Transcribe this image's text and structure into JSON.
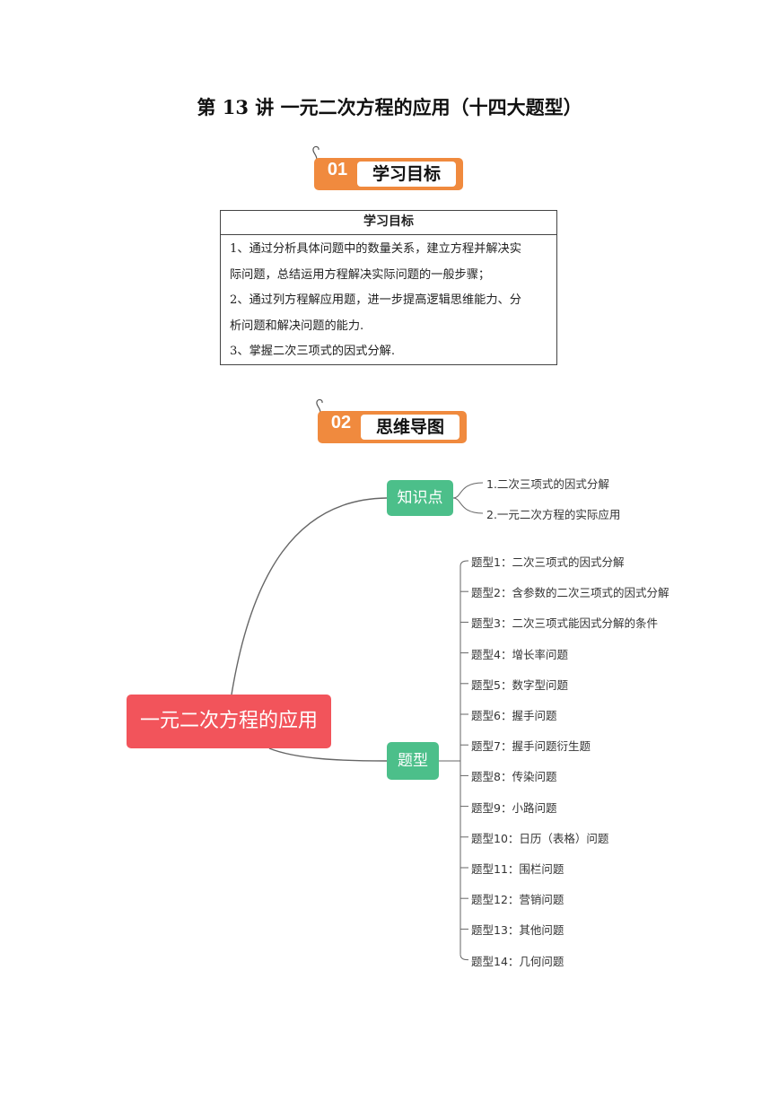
{
  "title": "第 13 讲  一元二次方程的应用（十四大题型）",
  "section1": {
    "num": "01",
    "label": "学习目标"
  },
  "goals_table": {
    "header": "学习目标",
    "lines": [
      "1、通过分析具体问题中的数量关系，建立方程并解决实",
      "际问题，总结运用方程解决实际问题的一般步骤；",
      "2、通过列方程解应用题，进一步提高逻辑思维能力、分",
      "析问题和解决问题的能力.",
      "3、掌握二次三项式的因式分解."
    ]
  },
  "section2": {
    "num": "02",
    "label": "思维导图"
  },
  "mindmap": {
    "root": "一元二次方程的应用",
    "knowledge": {
      "label": "知识点",
      "items": [
        "1.二次三项式的因式分解",
        "2.一元二次方程的实际应用"
      ]
    },
    "types": {
      "label": "题型",
      "items": [
        "题型1：二次三项式的因式分解",
        "题型2：含参数的二次三项式的因式分解",
        "题型3：二次三项式能因式分解的条件",
        "题型4：增长率问题",
        "题型5：数字型问题",
        "题型6：握手问题",
        "题型7：握手问题衍生题",
        "题型8：传染问题",
        "题型9：小路问题",
        "题型10：日历（表格）问题",
        "题型11：围栏问题",
        "题型12：营销问题",
        "题型13：其他问题",
        "题型14：几何问题"
      ]
    }
  },
  "colors": {
    "accent": "#f08a3e",
    "root": "#f2545b",
    "node": "#4cbf8a"
  }
}
